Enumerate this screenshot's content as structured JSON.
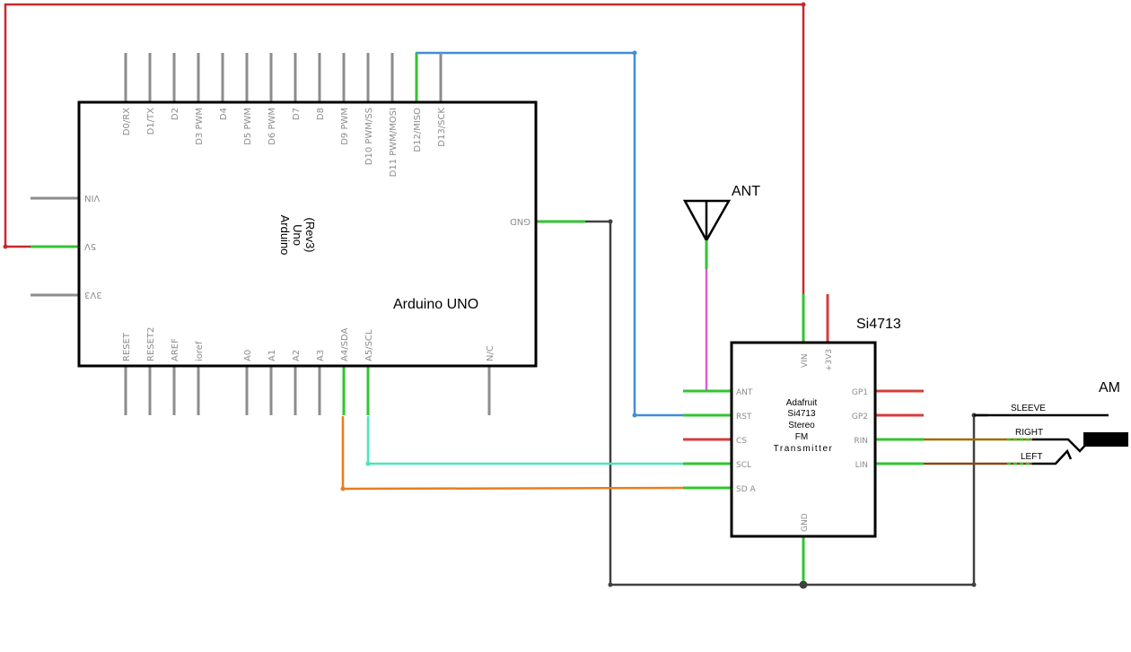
{
  "arduino": {
    "name": "Arduino UNO",
    "center_label_lines": [
      "Arduino",
      "Uno",
      "(Rev3)"
    ],
    "top_pins": [
      "D0/RX",
      "D1/TX",
      "D2",
      "D3 PWM",
      "D4",
      "D5 PWM",
      "D6 PWM",
      "D7",
      "D8",
      "D9 PWM",
      "D10 PWM/SS",
      "D11 PWM/MOSI",
      "D12/MISO",
      "D13/SCK"
    ],
    "bottom_pins": [
      "RESET",
      "RESET2",
      "AREF",
      "ioref",
      "A0",
      "A1",
      "A2",
      "A3",
      "A4/SDA",
      "A5/SCL",
      "N/C"
    ],
    "left_pins": [
      "VIN",
      "5V",
      "3V3"
    ],
    "right_pins": [
      "GND"
    ]
  },
  "si4713": {
    "name": "Si4713",
    "description_lines": [
      "Adafruit",
      "Si4713",
      "Stereo",
      "FM",
      "Transmitter"
    ],
    "top_pins": [
      "VIN",
      "+3V3"
    ],
    "left_pins": [
      "ANT",
      "RST",
      "CS",
      "SCL",
      "SD A"
    ],
    "right_pins": [
      "GP1",
      "GP2",
      "RIN",
      "LIN"
    ],
    "bottom_pins": [
      "GND"
    ]
  },
  "antenna": {
    "label": "ANT"
  },
  "audio_jack": {
    "label": "AM",
    "contacts": [
      "SLEEVE",
      "RIGHT",
      "LEFT"
    ]
  },
  "colors": {
    "power": "#c8282d",
    "miso_wire": "#418dd9",
    "scl_wire": "#49e5b9",
    "sda_wire": "#e87e1c",
    "antenna_wire": "#e25cd8",
    "ground": "#404040",
    "right_wire": "#a06a00",
    "left_wire": "#8b4513",
    "connected_pin": "#30c530",
    "unconnected_pin": "#d43d3d",
    "pin_stub": "#8c8c8c"
  }
}
